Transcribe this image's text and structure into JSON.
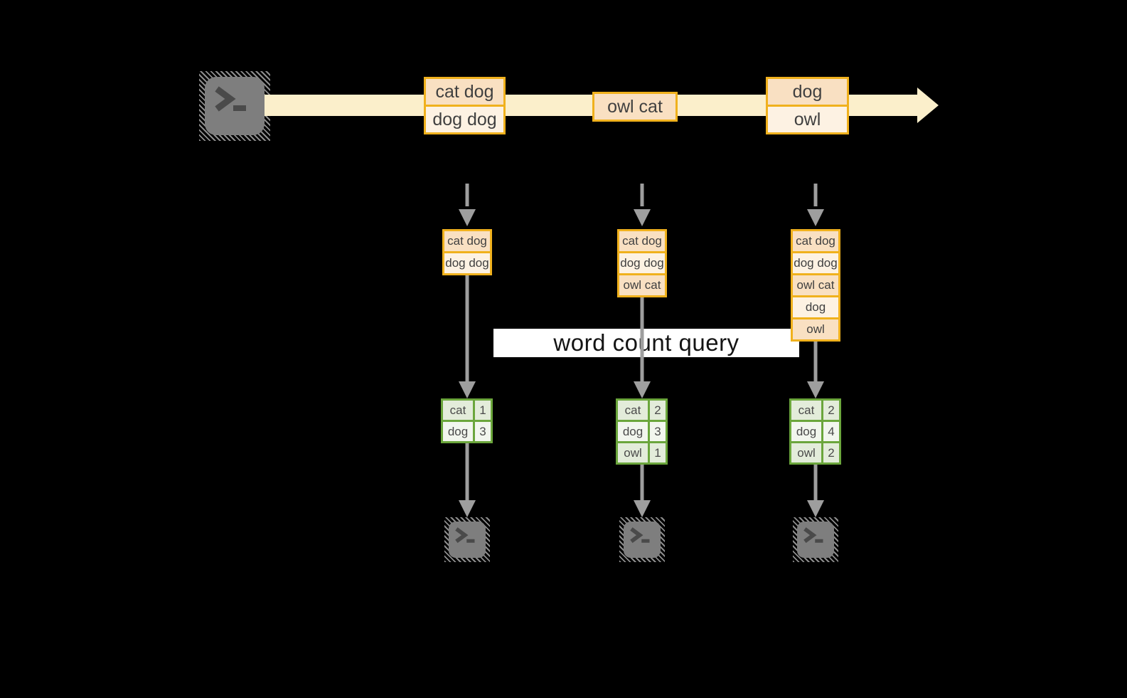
{
  "diagram": {
    "query_label": "word count query"
  },
  "stream": {
    "batches": [
      {
        "rows": [
          "cat dog",
          "dog dog"
        ]
      },
      {
        "rows": [
          "owl cat"
        ]
      },
      {
        "rows": [
          "dog",
          "owl"
        ]
      }
    ]
  },
  "columns": [
    {
      "stack": [
        "cat dog",
        "dog dog"
      ],
      "counts": [
        {
          "word": "cat",
          "value": "1"
        },
        {
          "word": "dog",
          "value": "3"
        }
      ]
    },
    {
      "stack": [
        "cat dog",
        "dog dog",
        "owl cat"
      ],
      "counts": [
        {
          "word": "cat",
          "value": "2"
        },
        {
          "word": "dog",
          "value": "3"
        },
        {
          "word": "owl",
          "value": "1"
        }
      ]
    },
    {
      "stack": [
        "cat dog",
        "dog dog",
        "owl cat",
        "dog",
        "owl"
      ],
      "counts": [
        {
          "word": "cat",
          "value": "2"
        },
        {
          "word": "dog",
          "value": "4"
        },
        {
          "word": "owl",
          "value": "2"
        }
      ]
    }
  ],
  "colors": {
    "background": "#000000",
    "stream_band": "#fbefcb",
    "batch_border": "#f0b11d",
    "batch_fill_dark": "#f9e0c2",
    "batch_fill_light": "#fdf2e3",
    "table_border": "#6ba63c",
    "table_fill_dark": "#e3ecda",
    "table_fill_light": "#f2f6ee",
    "arrow_gray": "#9e9e9e",
    "terminal_gray": "#7e7e7e",
    "query_band_bg": "#ffffff"
  }
}
